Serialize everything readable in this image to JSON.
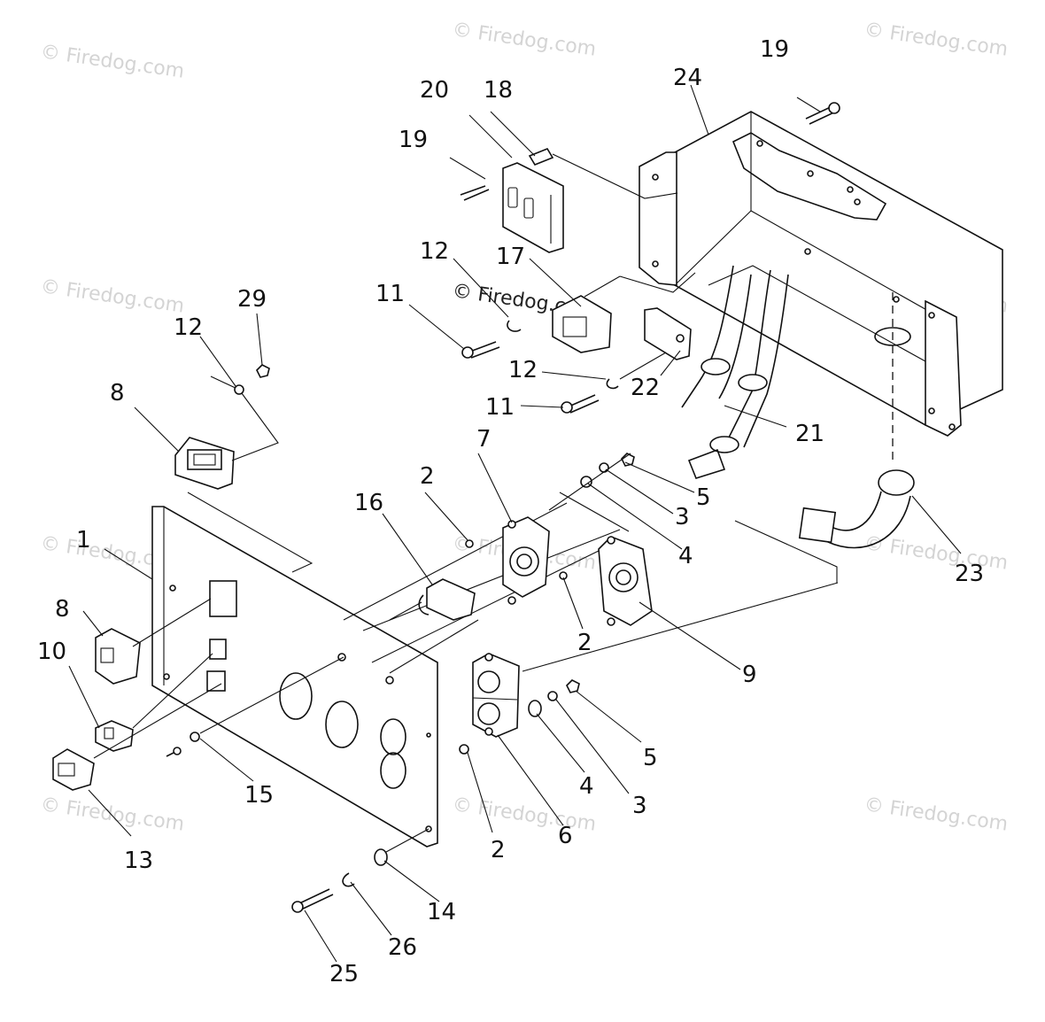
{
  "watermark": "© Firedog.com",
  "callouts": {
    "c1": "1",
    "c2a": "2",
    "c2b": "2",
    "c2c": "2",
    "c3a": "3",
    "c3b": "3",
    "c4a": "4",
    "c4b": "4",
    "c5a": "5",
    "c5b": "5",
    "c6": "6",
    "c7": "7",
    "c8a": "8",
    "c8b": "8",
    "c9": "9",
    "c10": "10",
    "c11a": "11",
    "c11b": "11",
    "c12a": "12",
    "c12b": "12",
    "c12c": "12",
    "c13": "13",
    "c14": "14",
    "c15": "15",
    "c16": "16",
    "c17": "17",
    "c18": "18",
    "c19a": "19",
    "c19b": "19",
    "c20": "20",
    "c21": "21",
    "c22": "22",
    "c23": "23",
    "c24": "24",
    "c25": "25",
    "c26": "26",
    "c29": "29"
  }
}
